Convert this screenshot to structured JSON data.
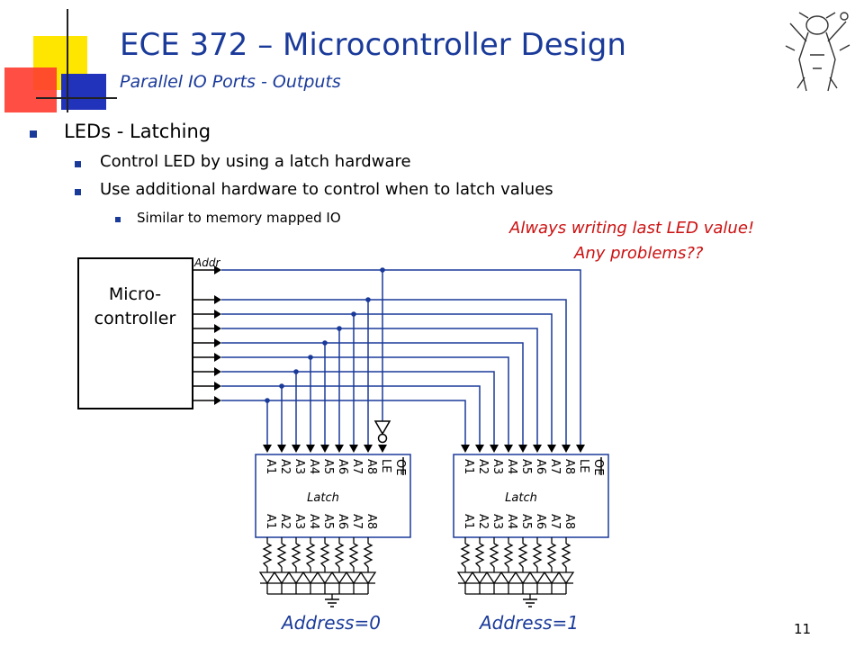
{
  "header": {
    "title": "ECE 372 – Microcontroller Design",
    "subtitle": "Parallel IO Ports - Outputs"
  },
  "bullets": [
    {
      "level": 1,
      "text": "LEDs - Latching"
    },
    {
      "level": 2,
      "text": "Control LED by using a latch hardware"
    },
    {
      "level": 2,
      "text": "Use additional hardware to control when to latch values"
    },
    {
      "level": 3,
      "text": "Similar to memory mapped IO"
    }
  ],
  "annotation": {
    "line1": "Always writing last LED value!",
    "line2": "Any problems??"
  },
  "diagram": {
    "mcu_label_line1": "Micro-",
    "mcu_label_line2": "controller",
    "addr_pin_label": "Addr",
    "latch_label": "Latch",
    "top_pins": [
      "OE",
      "LE",
      "A8",
      "A7",
      "A6",
      "A5",
      "A4",
      "A3",
      "A2",
      "A1"
    ],
    "bottom_pins": [
      "A8",
      "A7",
      "A6",
      "A5",
      "A4",
      "A3",
      "A2",
      "A1"
    ],
    "latch_addresses": [
      "Address=0",
      "Address=1"
    ]
  },
  "footer": {
    "page_number": "11"
  },
  "colors": {
    "title": "#1a3a9a",
    "annotation": "#cc1111",
    "wire": "#1a3a9a"
  }
}
